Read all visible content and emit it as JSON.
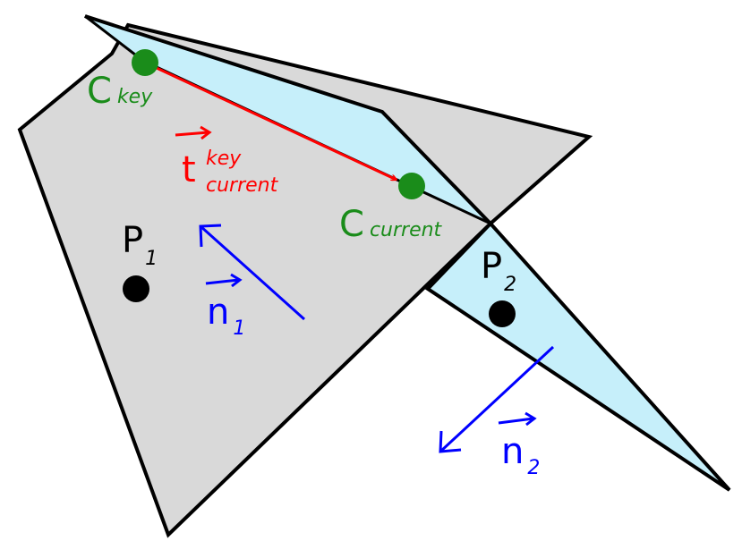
{
  "colors": {
    "gray_plane": "#d9d9d9",
    "blue_plane": "#c6effa",
    "outline": "#000000",
    "camera": "#1a8c1a",
    "translation": "#ff0000",
    "normal": "#0000ff",
    "point": "#000000"
  },
  "labels": {
    "c_key": {
      "main": "C",
      "sub": "key"
    },
    "c_current": {
      "main": "C",
      "sub": "current"
    },
    "t": {
      "main": "t",
      "sup": "key",
      "sub": "current"
    },
    "p1": {
      "main": "P",
      "sub": "1"
    },
    "p2": {
      "main": "P",
      "sub": "2"
    },
    "n1": {
      "main": "n",
      "sub": "1"
    },
    "n2": {
      "main": "n",
      "sub": "2"
    }
  }
}
